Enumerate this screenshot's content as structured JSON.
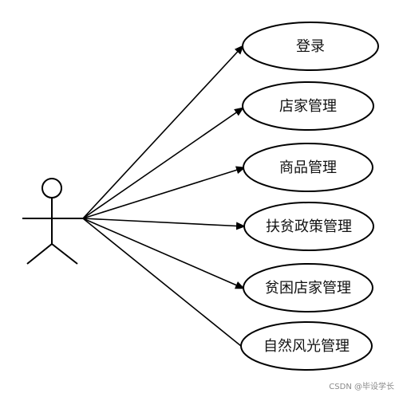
{
  "usecases": [
    {
      "label": "登录"
    },
    {
      "label": "店家管理"
    },
    {
      "label": "商品管理"
    },
    {
      "label": "扶贫政策管理"
    },
    {
      "label": "贫困店家管理"
    },
    {
      "label": "自然风光管理"
    }
  ],
  "watermark": "CSDN @毕设学长"
}
